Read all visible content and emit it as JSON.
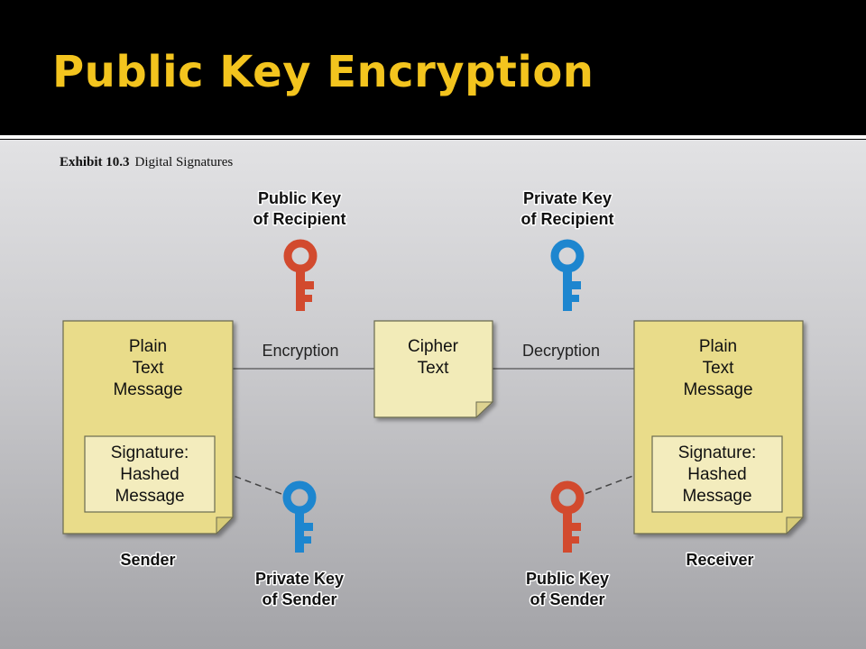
{
  "slide": {
    "title": "Public Key Encryption"
  },
  "exhibit": {
    "number": "Exhibit 10.3",
    "caption": "Digital Signatures"
  },
  "documents": {
    "sender_message": [
      "Plain",
      "Text",
      "Message"
    ],
    "sender_signature": [
      "Signature:",
      "Hashed",
      "Message"
    ],
    "cipher": [
      "Cipher",
      "Text"
    ],
    "receiver_message": [
      "Plain",
      "Text",
      "Message"
    ],
    "receiver_signature": [
      "Signature:",
      "Hashed",
      "Message"
    ]
  },
  "edges": {
    "encryption": "Encryption",
    "decryption": "Decryption"
  },
  "keys": {
    "public_recipient": {
      "lines": [
        "Public Key",
        "of Recipient"
      ],
      "color": "#d24a2e"
    },
    "private_recipient": {
      "lines": [
        "Private Key",
        "of Recipient"
      ],
      "color": "#1d86cf"
    },
    "private_sender": {
      "lines": [
        "Private Key",
        "of Sender"
      ],
      "color": "#1d86cf"
    },
    "public_sender": {
      "lines": [
        "Public Key",
        "of Sender"
      ],
      "color": "#d24a2e"
    }
  },
  "parties": {
    "sender": "Sender",
    "receiver": "Receiver"
  },
  "colors": {
    "title": "#f3c41e",
    "document_fill": "#e9dc8a",
    "cipher_fill": "#f2ebb8"
  }
}
